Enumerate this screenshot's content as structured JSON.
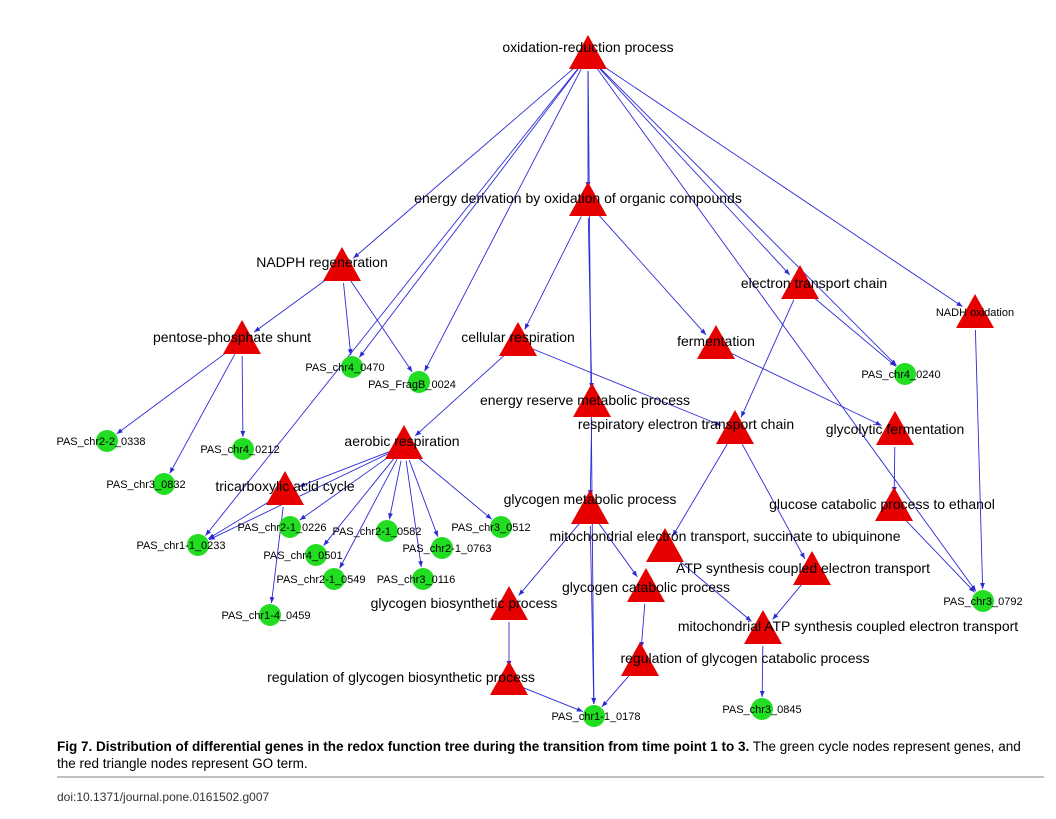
{
  "diagram": {
    "edge_color": "#2b2bd6",
    "term_color": "#e60000",
    "gene_color": "#22dd22",
    "terms": [
      {
        "id": "t_oxred",
        "label": "oxidation-reduction process"
      },
      {
        "id": "t_energy",
        "label": "energy derivation by oxidation of organic compounds"
      },
      {
        "id": "t_nadph",
        "label": "NADPH regeneration"
      },
      {
        "id": "t_pentose",
        "label": "pentose-phosphate shunt"
      },
      {
        "id": "t_cellresp",
        "label": "cellular respiration"
      },
      {
        "id": "t_ferment",
        "label": "fermentation"
      },
      {
        "id": "t_etc",
        "label": "electron transport chain"
      },
      {
        "id": "t_nadhox",
        "label": "NADH oxidation"
      },
      {
        "id": "t_energyres",
        "label": "energy reserve metabolic process"
      },
      {
        "id": "t_aerobic",
        "label": "aerobic respiration"
      },
      {
        "id": "t_respetc",
        "label": "respiratory electron transport chain"
      },
      {
        "id": "t_glycferm",
        "label": "glycolytic fermentation"
      },
      {
        "id": "t_tca",
        "label": "tricarboxylic acid cycle"
      },
      {
        "id": "t_glycmeta",
        "label": "glycogen metabolic process"
      },
      {
        "id": "t_glucocat",
        "label": "glucose catabolic process to ethanol"
      },
      {
        "id": "t_mitoet",
        "label": "mitochondrial electron transport, succinate to ubiquinone"
      },
      {
        "id": "t_atpsyn",
        "label": "ATP synthesis coupled electron transport"
      },
      {
        "id": "t_glycocat",
        "label": "glycogen catabolic process"
      },
      {
        "id": "t_glycobio",
        "label": "glycogen biosynthetic process"
      },
      {
        "id": "t_mitoatp",
        "label": "mitochondrial ATP synthesis coupled electron transport"
      },
      {
        "id": "t_regcat",
        "label": "regulation of glycogen catabolic process"
      },
      {
        "id": "t_regbio",
        "label": "regulation of glycogen biosynthetic process"
      }
    ],
    "genes": [
      {
        "id": "g_0470",
        "label": "PAS_chr4_0470"
      },
      {
        "id": "g_0024",
        "label": "PAS_FragB_0024"
      },
      {
        "id": "g_0240",
        "label": "PAS_chr4_0240"
      },
      {
        "id": "g_0338",
        "label": "PAS_chr2-2_0338"
      },
      {
        "id": "g_0212",
        "label": "PAS_chr4_0212"
      },
      {
        "id": "g_0832",
        "label": "PAS_chr3_0832"
      },
      {
        "id": "g_0233",
        "label": "PAS_chr1-1_0233"
      },
      {
        "id": "g_0226",
        "label": "PAS_chr2-1_0226"
      },
      {
        "id": "g_0582",
        "label": "PAS_chr2-1_0582"
      },
      {
        "id": "g_0512",
        "label": "PAS_chr3_0512"
      },
      {
        "id": "g_0763",
        "label": "PAS_chr2-1_0763"
      },
      {
        "id": "g_0501",
        "label": "PAS_chr4_0501"
      },
      {
        "id": "g_0549",
        "label": "PAS_chr2-1_0549"
      },
      {
        "id": "g_0116",
        "label": "PAS_chr3_0116"
      },
      {
        "id": "g_0459",
        "label": "PAS_chr1-4_0459"
      },
      {
        "id": "g_0792",
        "label": "PAS_chr3_0792"
      },
      {
        "id": "g_0178",
        "label": "PAS_chr1-1_0178"
      },
      {
        "id": "g_0845",
        "label": "PAS_chr3_0845"
      }
    ],
    "edges": [
      [
        "t_oxred",
        "t_energy"
      ],
      [
        "t_oxred",
        "t_nadph"
      ],
      [
        "t_oxred",
        "t_etc"
      ],
      [
        "t_oxred",
        "t_nadhox"
      ],
      [
        "t_oxred",
        "g_0470"
      ],
      [
        "t_oxred",
        "g_0024"
      ],
      [
        "t_oxred",
        "g_0240"
      ],
      [
        "t_oxred",
        "g_0233"
      ],
      [
        "t_oxred",
        "g_0178"
      ],
      [
        "t_oxred",
        "g_0792"
      ],
      [
        "t_energy",
        "t_cellresp"
      ],
      [
        "t_energy",
        "t_ferment"
      ],
      [
        "t_energy",
        "t_energyres"
      ],
      [
        "t_nadph",
        "t_pentose"
      ],
      [
        "t_nadph",
        "g_0470"
      ],
      [
        "t_nadph",
        "g_0024"
      ],
      [
        "t_pentose",
        "g_0338"
      ],
      [
        "t_pentose",
        "g_0832"
      ],
      [
        "t_pentose",
        "g_0212"
      ],
      [
        "t_cellresp",
        "t_aerobic"
      ],
      [
        "t_cellresp",
        "t_respetc"
      ],
      [
        "t_ferment",
        "t_glycferm"
      ],
      [
        "t_etc",
        "t_respetc"
      ],
      [
        "t_etc",
        "g_0240"
      ],
      [
        "t_nadhox",
        "g_0792"
      ],
      [
        "t_energyres",
        "t_glycmeta"
      ],
      [
        "t_aerobic",
        "t_tca"
      ],
      [
        "t_aerobic",
        "g_0226"
      ],
      [
        "t_aerobic",
        "g_0501"
      ],
      [
        "t_aerobic",
        "g_0549"
      ],
      [
        "t_aerobic",
        "g_0582"
      ],
      [
        "t_aerobic",
        "g_0763"
      ],
      [
        "t_aerobic",
        "g_0116"
      ],
      [
        "t_aerobic",
        "g_0512"
      ],
      [
        "t_aerobic",
        "g_0233"
      ],
      [
        "t_respetc",
        "t_mitoet"
      ],
      [
        "t_respetc",
        "t_atpsyn"
      ],
      [
        "t_glycferm",
        "t_glucocat"
      ],
      [
        "t_tca",
        "g_0233"
      ],
      [
        "t_tca",
        "g_0459"
      ],
      [
        "t_glycmeta",
        "t_glycobio"
      ],
      [
        "t_glycmeta",
        "t_glycocat"
      ],
      [
        "t_glycmeta",
        "g_0178"
      ],
      [
        "t_glucocat",
        "g_0792"
      ],
      [
        "t_mitoet",
        "t_mitoatp"
      ],
      [
        "t_atpsyn",
        "t_mitoatp"
      ],
      [
        "t_glycocat",
        "t_regcat"
      ],
      [
        "t_glycobio",
        "t_regbio"
      ],
      [
        "t_mitoatp",
        "g_0845"
      ],
      [
        "t_regcat",
        "g_0178"
      ],
      [
        "t_regbio",
        "g_0178"
      ]
    ]
  },
  "caption": {
    "figure_number": "Fig 7. Distribution of differential genes in the redox function tree during the transition from time point 1 to 3.",
    "text": " The green cycle nodes represent genes, and the red triangle nodes represent GO term."
  },
  "doi": "doi:10.1371/journal.pone.0161502.g007"
}
